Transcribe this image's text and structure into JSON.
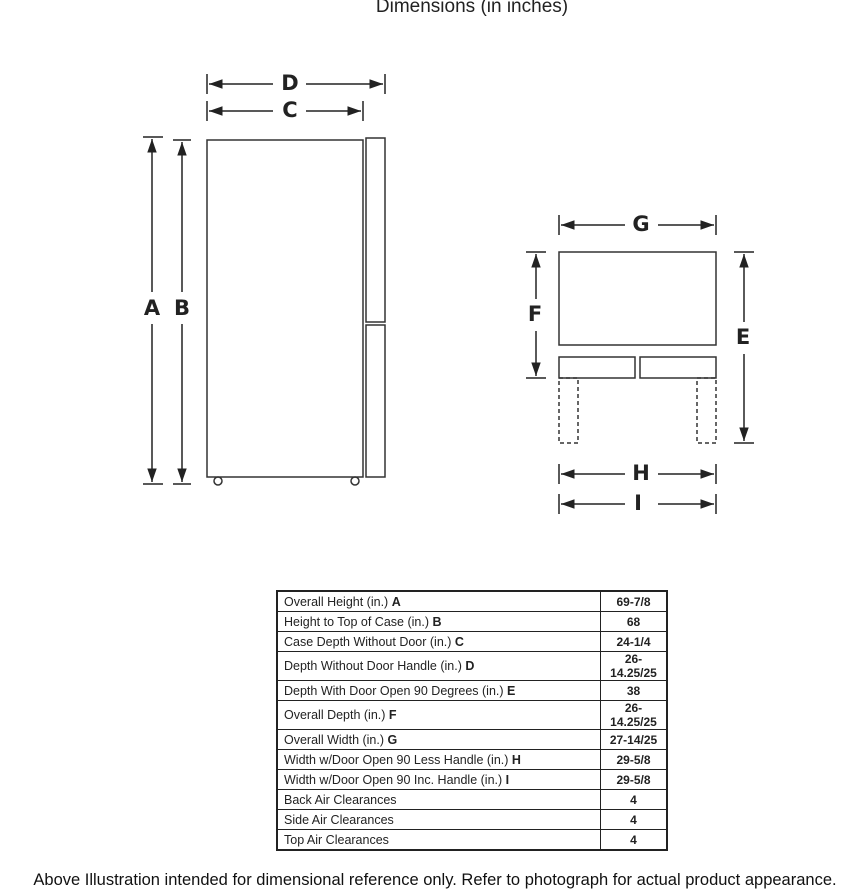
{
  "title": "Dimensions (in inches)",
  "diagram_labels": {
    "A": "A",
    "B": "B",
    "C": "C",
    "D": "D",
    "E": "E",
    "F": "F",
    "G": "G",
    "H": "H",
    "I": "I"
  },
  "specs": [
    {
      "label": "Overall Height (in.)",
      "code": "A",
      "value": "69-7/8"
    },
    {
      "label": "Height to Top of Case (in.)",
      "code": "B",
      "value": "68"
    },
    {
      "label": "Case Depth Without Door (in.)",
      "code": "C",
      "value": "24-1/4"
    },
    {
      "label": "Depth Without Door Handle (in.)",
      "code": "D",
      "value": "26-14.25/25"
    },
    {
      "label": "Depth With Door Open 90 Degrees (in.)",
      "code": "E",
      "value": "38"
    },
    {
      "label": "Overall Depth (in.)",
      "code": "F",
      "value": "26-14.25/25"
    },
    {
      "label": "Overall Width (in.)",
      "code": "G",
      "value": "27-14/25"
    },
    {
      "label": "Width w/Door Open 90 Less Handle (in.)",
      "code": "H",
      "value": "29-5/8"
    },
    {
      "label": "Width w/Door Open 90 Inc. Handle (in.)",
      "code": "I",
      "value": "29-5/8"
    },
    {
      "label": "Back Air Clearances",
      "code": "",
      "value": "4"
    },
    {
      "label": "Side Air Clearances",
      "code": "",
      "value": "4"
    },
    {
      "label": "Top Air Clearances",
      "code": "",
      "value": "4"
    }
  ],
  "footer": "Above Illustration intended for dimensional reference only. Refer to photograph for actual product appearance."
}
